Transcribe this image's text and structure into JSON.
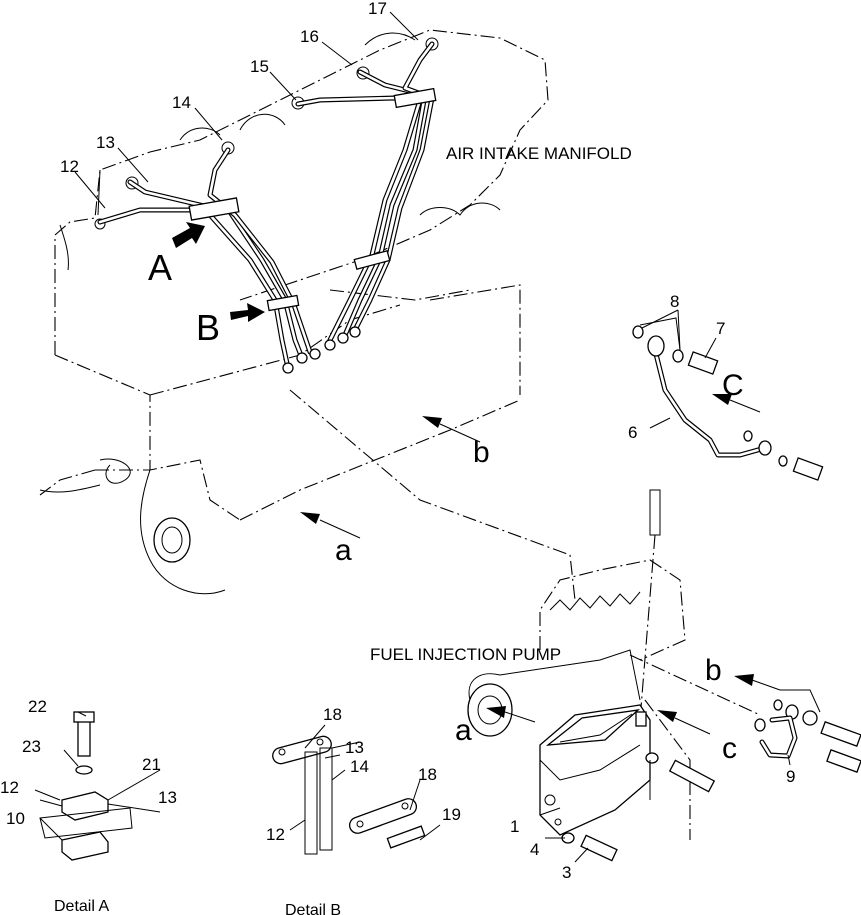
{
  "labels": {
    "air_intake_manifold": "AIR INTAKE MANIFOLD",
    "fuel_injection_pump": "FUEL INJECTION PUMP",
    "detail_a": "Detail A",
    "detail_b": "Detail B",
    "view_A": "A",
    "view_B": "B",
    "view_C_upper": "C",
    "view_C_lower": "c",
    "ref_a_upper": "a",
    "ref_a_lower": "a",
    "ref_b_upper": "b",
    "ref_b_lower": "b"
  },
  "callouts": {
    "n17": "17",
    "n16": "16",
    "n15": "15",
    "n14": "14",
    "n13": "13",
    "n12": "12",
    "n8": "8",
    "n7": "7",
    "n6": "6",
    "n9": "9",
    "n1": "1",
    "n4": "4",
    "n3": "3",
    "n22": "22",
    "n23": "23",
    "n21": "21",
    "n12a": "12",
    "n13a": "13",
    "n10a": "10",
    "n18a": "18",
    "n13b": "13",
    "n14b": "14",
    "n18b": "18",
    "n12b": "12",
    "n19b": "19"
  }
}
